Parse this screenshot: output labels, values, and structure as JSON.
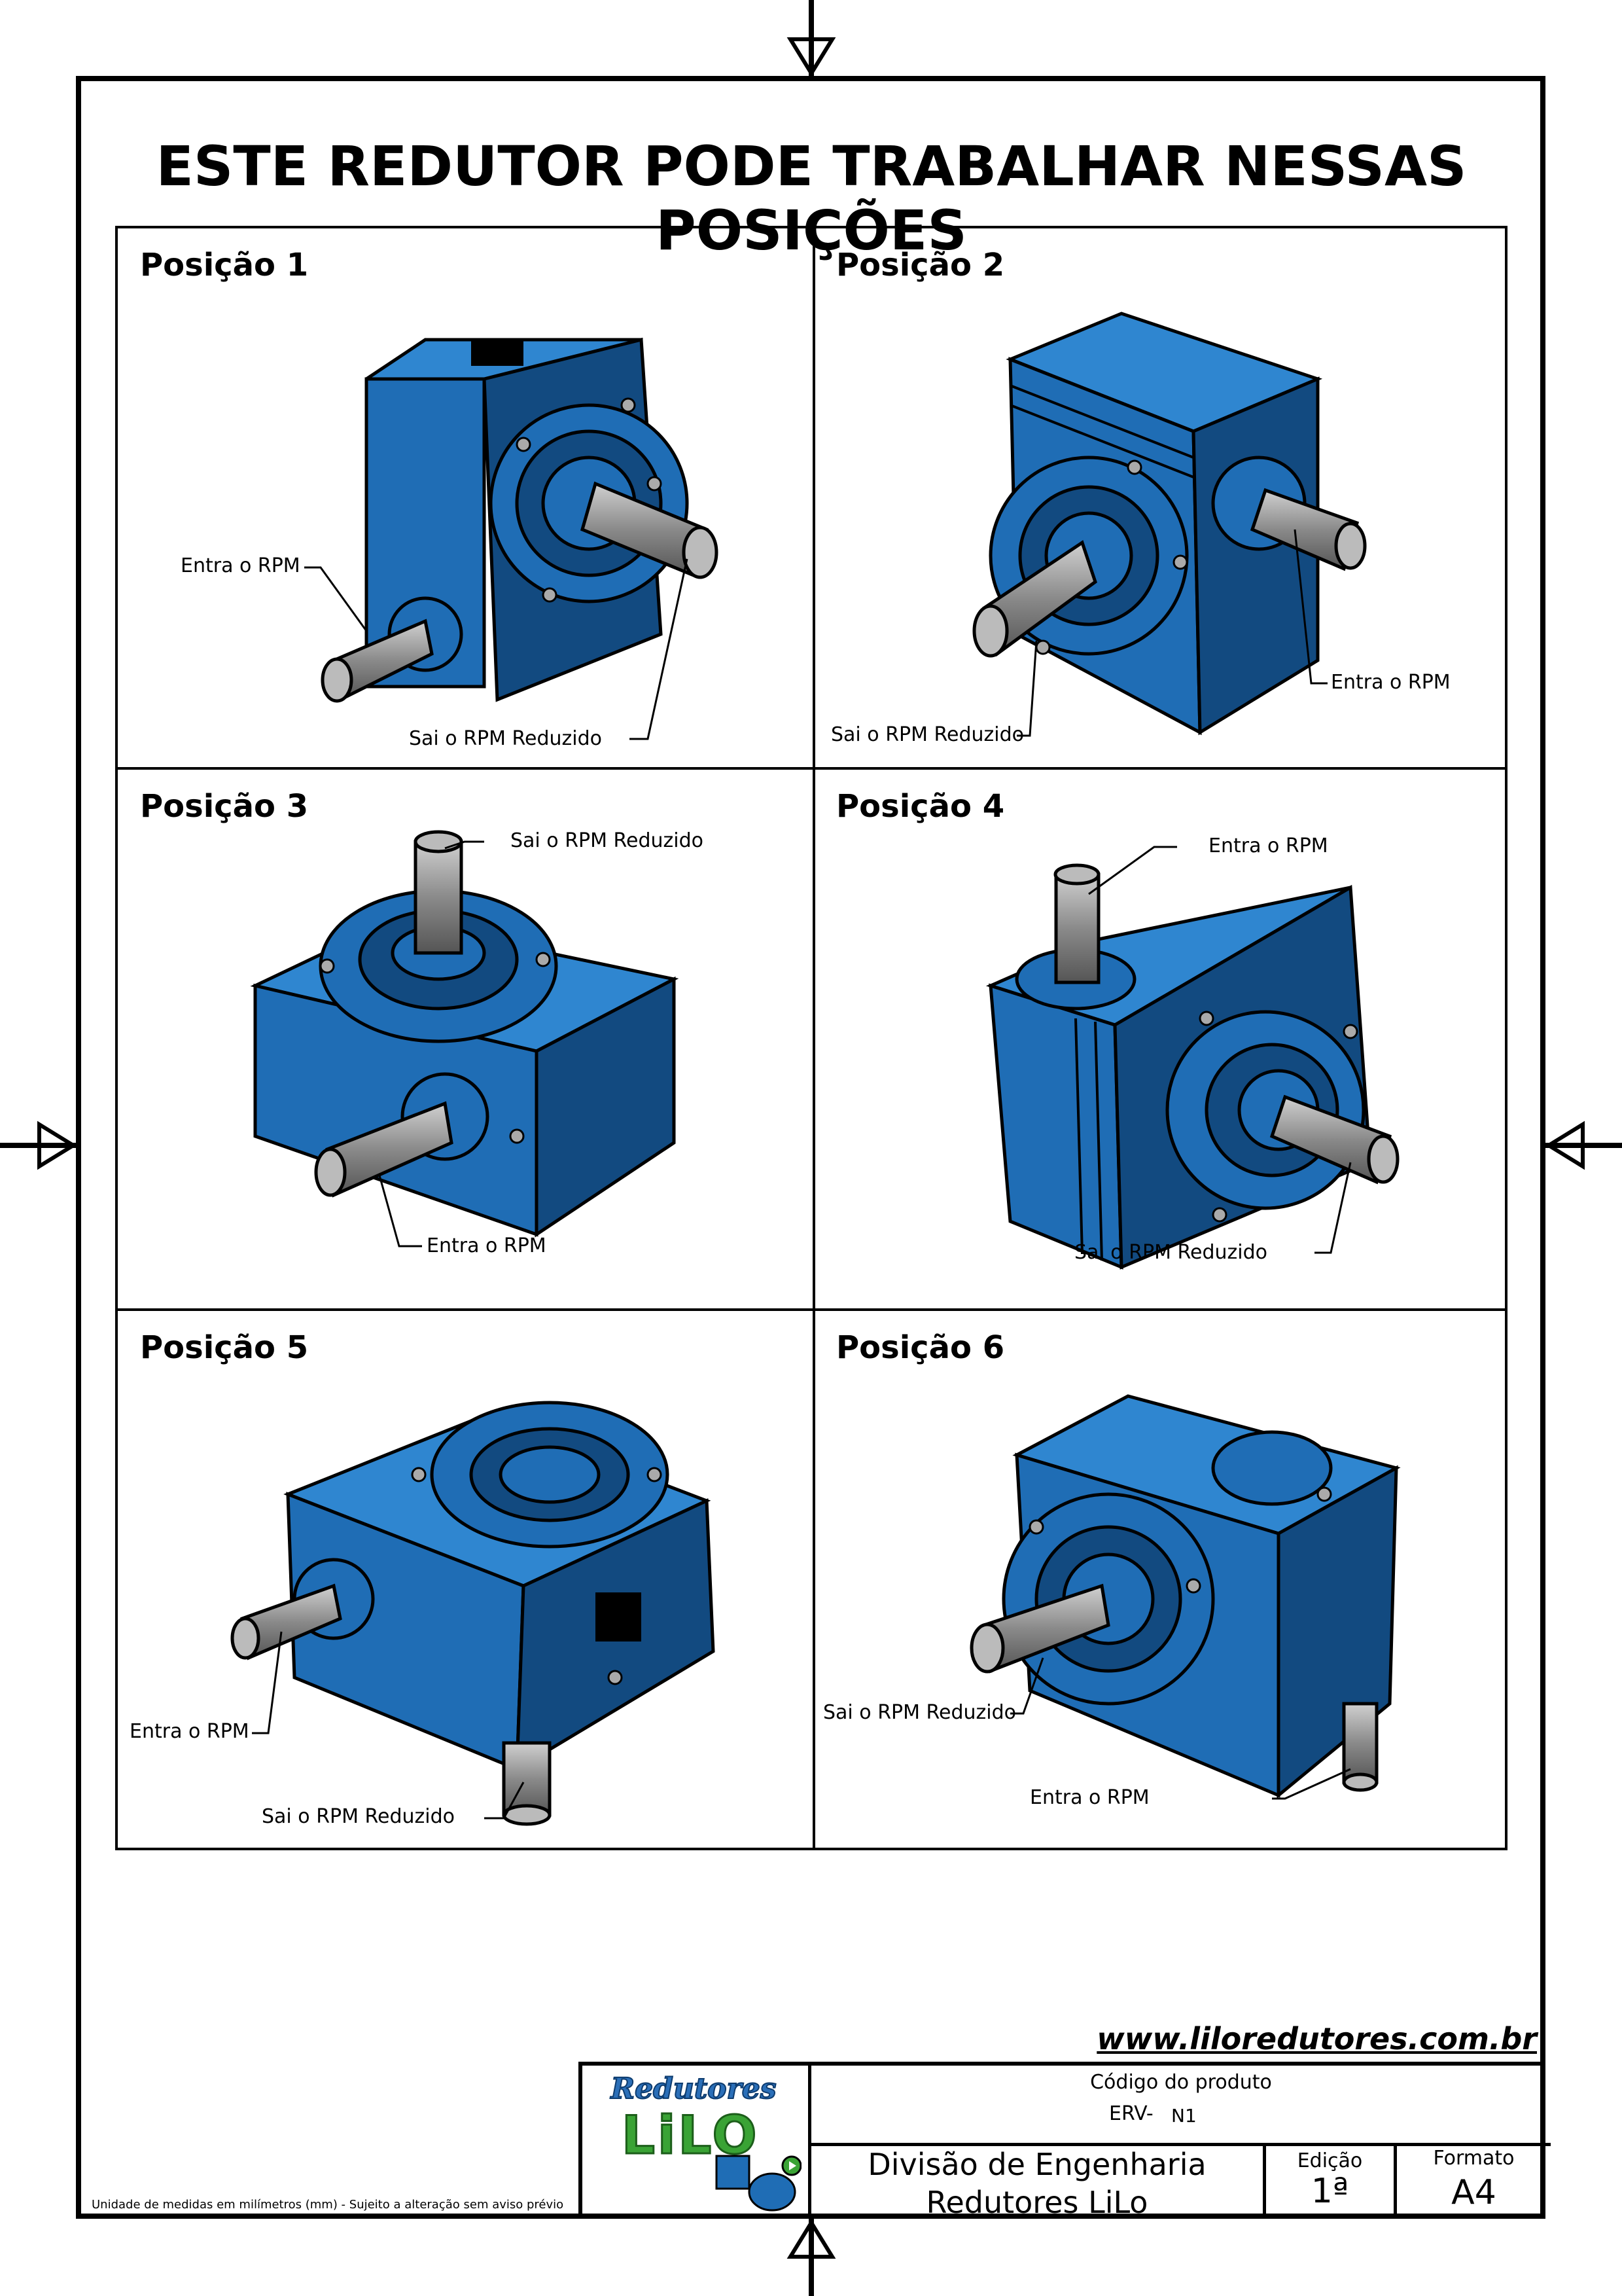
{
  "header": {
    "title": "ESTE REDUTOR PODE TRABALHAR NESSAS POSIÇÕES"
  },
  "positions": [
    {
      "title": "Posição 1",
      "input_label": "Entra o RPM",
      "output_label": "Sai o RPM Reduzido"
    },
    {
      "title": "Posição 2",
      "input_label": "Entra o RPM",
      "output_label": "Sai o RPM Reduzido"
    },
    {
      "title": "Posição 3",
      "input_label": "Entra o RPM",
      "output_label": "Sai o RPM Reduzido"
    },
    {
      "title": "Posição 4",
      "input_label": "Entra o RPM",
      "output_label": "Sai o RPM Reduzido"
    },
    {
      "title": "Posição 5",
      "input_label": "Entra o RPM",
      "output_label": "Sai o RPM Reduzido"
    },
    {
      "title": "Posição 6",
      "input_label": "Entra o RPM",
      "output_label": "Sai o RPM Reduzido"
    }
  ],
  "footer": {
    "website": "www.liloredutores.com.br",
    "logo_top": "Redutores",
    "logo_bottom": "LiLO",
    "product_code_label": "Código do produto",
    "product_code_prefix": "ERV-",
    "product_code_value": "N1",
    "division_line1": "Divisão de Engenharia",
    "division_line2": "Redutores LiLo",
    "edition_label": "Edição",
    "edition_value": "1ª",
    "format_label": "Formato",
    "format_value": "A4",
    "units_note": "Unidade de medidas em milímetros (mm) - Sujeito a alteração sem aviso prévio"
  },
  "colors": {
    "housing_blue": "#1f6db5",
    "housing_dark": "#124a80",
    "housing_light": "#2f86d0",
    "shaft_gray": "#8a8a8a",
    "logo_blue": "#2b6fb8",
    "logo_green": "#3aa335"
  }
}
